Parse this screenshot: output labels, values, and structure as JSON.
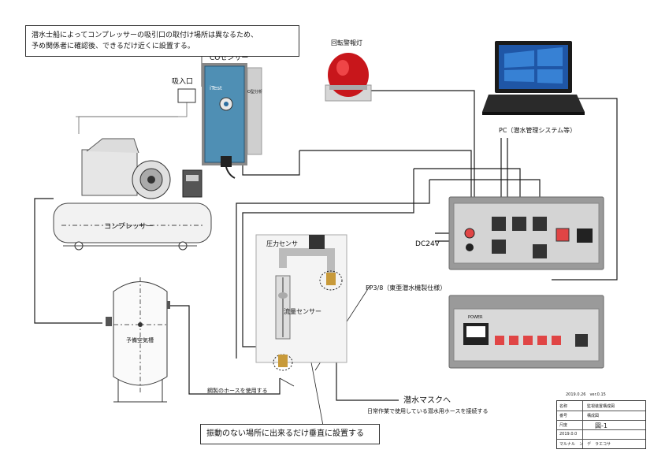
{
  "notes": {
    "installation_note_line1": "潜水士船によってコンプレッサーの吸引口の取付け場所は異なるため、",
    "installation_note_line2": "予め関係者に確認後、できるだけ近くに設置する。",
    "vertical_install_note": "振動のない場所に出来るだけ垂直に設置する"
  },
  "labels": {
    "intake_port": "吸入口",
    "co_sensor": "COセンサー",
    "co_sensor_brand": "iTest",
    "co_sensor_side": "O型分析",
    "rotating_light": "回転警報灯",
    "pc": "PC（潜水管理システム等）",
    "compressor": "コンプレッサー",
    "spare_air_tank": "予備空気槽",
    "pressure_sensor": "圧力センサ",
    "flow_sensor": "流量センサー",
    "dc24v": "DC24V",
    "fitting": "FP3/8（東亜潜水機製仕様）",
    "hose_note": "鋼製のホースを使用する",
    "to_mask": "潜水マスクへ",
    "mask_hose_note": "日常作業で使用している潜水用ホースを接続する",
    "panel_label": "POWER"
  },
  "title_block": {
    "header_date": "2019.0.26　ver.0.15",
    "r1_a": "名称",
    "r1_b": "監視装置構成図",
    "r2_a": "番号",
    "r2_b": "構成図",
    "r3_a": "尺度",
    "r3_b": "図-1",
    "r4_a": "2019.0.0",
    "footer": "マルナル　ン　デ　ラエコサ"
  },
  "colors": {
    "wire": "#1a1a1a",
    "sensor_housing": "#4f8fb4",
    "beacon_red": "#c8161b",
    "panel_body": "#9a9a9a",
    "panel_face": "#d9d9d9",
    "button_red": "#e04545"
  },
  "icons": {
    "compressor": "compressor-icon",
    "tank": "air-tank-icon",
    "beacon": "rotating-beacon-icon",
    "laptop": "laptop-icon",
    "co_sensor": "co-sensor-icon",
    "flow_sensor": "flow-sensor-icon",
    "controller": "controller-unit-icon"
  }
}
